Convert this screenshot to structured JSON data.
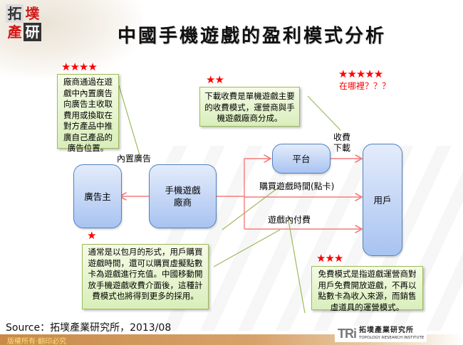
{
  "header": {
    "logo_chars": [
      "拓",
      "墣",
      "產",
      "研"
    ],
    "title": "中國手機遊戲的盈利模式分析"
  },
  "diagram": {
    "nodes": {
      "advertiser": "廣告主",
      "developer": "手機遊戲\n廠商",
      "platform": "平台",
      "user": "用戶"
    },
    "edge_labels": {
      "in_game_ads": "內置廣告",
      "download_fee_line1": "收費",
      "download_fee_line2": "下載",
      "buy_game_time": "購買遊戲時間(點卡)",
      "in_game_payment": "遊戲內付費"
    },
    "callouts": [
      {
        "id": "ads",
        "stars": "★★★★",
        "text": "廠商通過在遊戲中內置廣告向廣告主收取費用或換取在對方產品中推廣自己產品的廣告位置。"
      },
      {
        "id": "download",
        "stars": "★★",
        "text": "下載收費是單機遊戲主要的收費模式，運營商與手機遊戲廠商分成。"
      },
      {
        "id": "where",
        "stars": "★★★★★",
        "text": "在哪裡？？？"
      },
      {
        "id": "time",
        "stars": "★",
        "text": "通常是以包月的形式，用戶購買遊戲時間，還可以購買虛擬點數卡為遊戲進行充值。中國移動開放手機遊戲收費介面後，這種計費模式也將得到更多的採用。"
      },
      {
        "id": "free",
        "stars": "★★★",
        "text": "免費模式是指遊戲運營商對用戶免費開放遊戲，不再以點數卡為收入來源，而銷售虛道具的運營模式。"
      }
    ],
    "colors": {
      "node_fill_top": "#e4ecfb",
      "node_fill_bottom": "#a8c3f1",
      "node_border": "#4f81bd",
      "callout_fill": "#e3f2c9",
      "callout_border": "#9bbb59",
      "arrow": "#f47c7c",
      "leader_line": "#9bbb59",
      "star": "#ff0000"
    }
  },
  "footer": {
    "source": "Source：拓墣產業研究所，2013/08",
    "copyright": "版權所有‧翻印必究",
    "tri_mark": "TRi",
    "tri_cn": "拓墣產業研究所",
    "tri_en": "TOPOLOGY RESEARCH INSTITUTE"
  }
}
